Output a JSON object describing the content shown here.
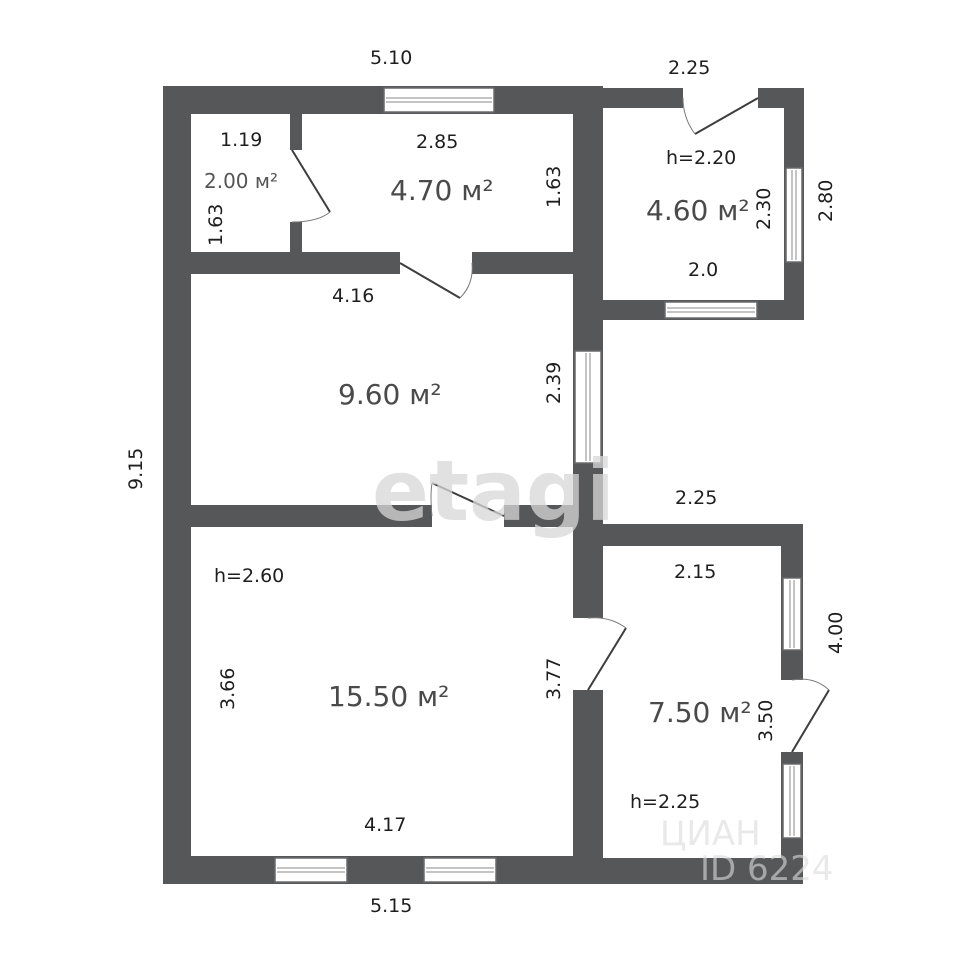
{
  "dimensions": {
    "top_total": "5.10",
    "bottom_total": "5.15",
    "left_total": "9.15",
    "small_room_width": "1.19",
    "small_room_height": "1.63",
    "room_a_width": "2.85",
    "room_a_height": "1.63",
    "top_right_width": "2.25",
    "room_b_width": "2.0",
    "room_b_inner_height": "2.30",
    "room_b_outer_height": "2.80",
    "room_c_width": "4.16",
    "room_c_height": "2.39",
    "porch_width": "2.25",
    "room_d_height_left": "3.66",
    "room_d_height_right": "3.77",
    "room_d_width": "4.17",
    "room_e_width": "2.15",
    "room_e_outer_height": "4.00",
    "room_e_inner_height": "3.50"
  },
  "areas": {
    "small_room": "2.00 м²",
    "room_a": "4.70 м²",
    "room_b": "4.60 м²",
    "room_c": "9.60 м²",
    "room_d": "15.50 м²",
    "room_e": "7.50 м²"
  },
  "ceilings": {
    "room_b": "h=2.20",
    "room_d": "h=2.60",
    "room_e": "h=2.25"
  },
  "watermark": {
    "brand": "etagi",
    "secondary": "ЦИАН",
    "id_text": "ID 6224"
  },
  "colors": {
    "wall": "#555759",
    "background": "#ffffff"
  }
}
